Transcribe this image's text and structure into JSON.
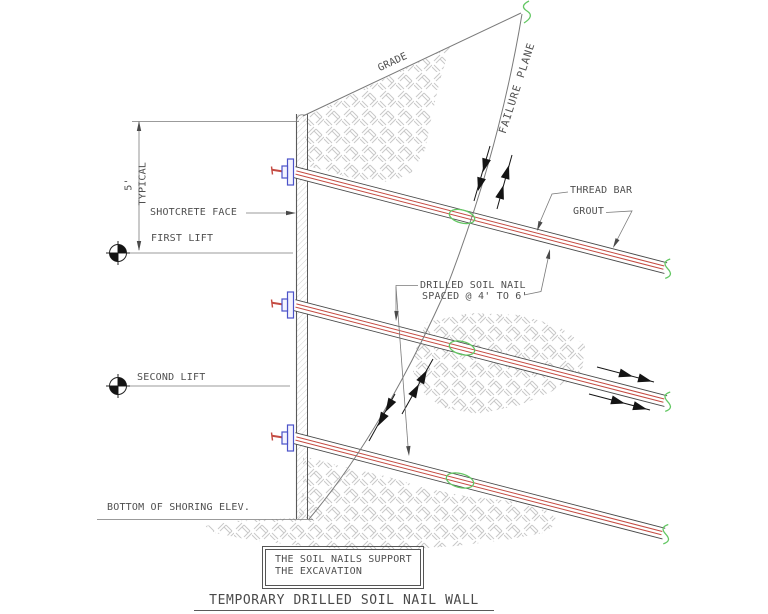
{
  "drawing": {
    "title": "TEMPORARY DRILLED SOIL NAIL WALL",
    "note_box": {
      "line1": "THE SOIL NAILS SUPPORT",
      "line2": "THE EXCAVATION"
    },
    "labels": {
      "grade": "GRADE",
      "failure_plane": "FAILURE PLANE",
      "thread_bar": "THREAD BAR",
      "grout": "GROUT",
      "drilled_soil_nail_line1": "DRILLED SOIL NAIL",
      "drilled_soil_nail_line2": "SPACED @ 4' TO 6'",
      "shotcrete_face": "SHOTCRETE FACE",
      "first_lift": "FIRST LIFT",
      "second_lift": "SECOND LIFT",
      "bottom_of_shoring": "BOTTOM OF SHORING ELEV.",
      "dim_value": "5'",
      "dim_qualifier": "TYPICAL"
    },
    "colors": {
      "line_gray": "#7a7a7a",
      "text_gray": "#4f4f4f",
      "arrow_black": "#141414",
      "nail_red": "#c44b42",
      "plate_blue": "#4a52c8",
      "coupler_green": "#63c763",
      "hatch_gray": "#c9c9c9",
      "wall_edge": "#5a5a5a",
      "background": "#ffffff"
    }
  }
}
